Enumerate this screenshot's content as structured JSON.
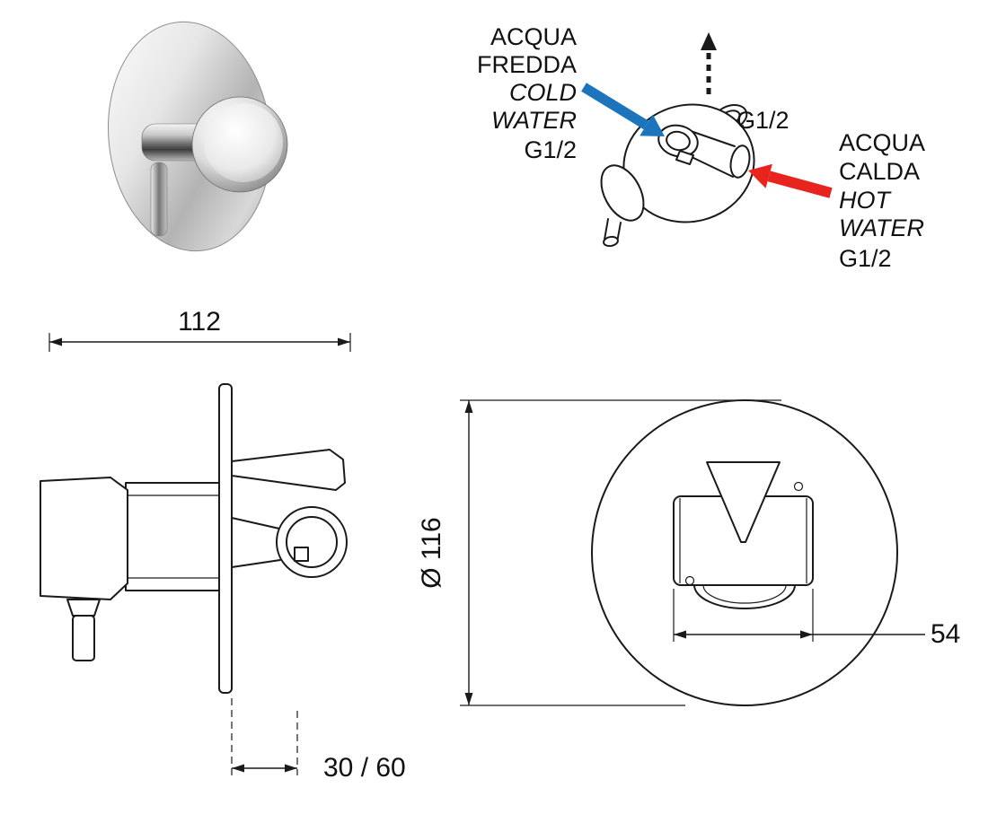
{
  "connection_view": {
    "cold": {
      "label_lines": [
        "ACQUA",
        "FREDDA",
        "COLD",
        "WATER",
        "G1/2"
      ],
      "arrow_color": "#1c75bc"
    },
    "hot": {
      "label_lines": [
        "ACQUA",
        "CALDA",
        "HOT",
        "WATER",
        "G1/2"
      ],
      "arrow_color": "#e8241f"
    },
    "outlet_thread_label": "G1/2",
    "outlet_arrow_color": "#1a1a1a"
  },
  "side_view": {
    "overall_width": "112",
    "wall_depth_range": "30 / 60"
  },
  "front_view": {
    "plate_diameter": "Ø 116",
    "rough_body_width": "54"
  }
}
